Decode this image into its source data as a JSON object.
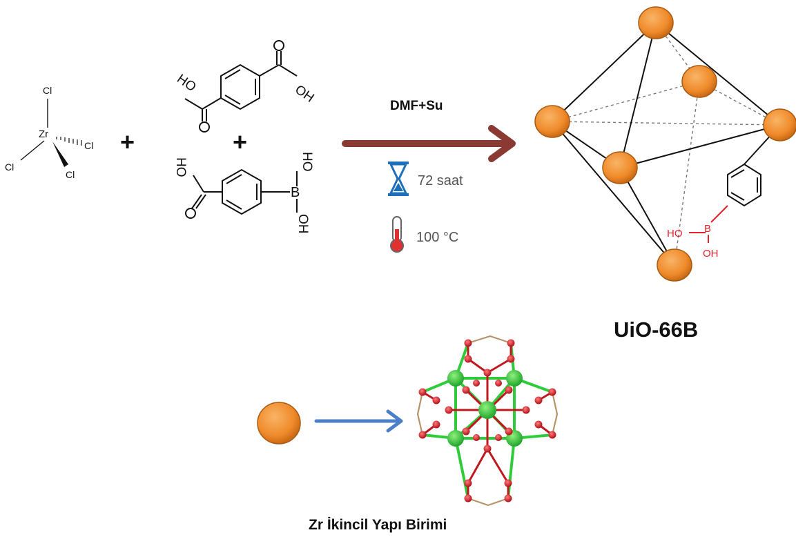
{
  "reactant_zrcl4": {
    "center_atom": "Zr",
    "ligand_atom": "Cl"
  },
  "plus_sign": "+",
  "linker_1": {
    "group_left": "HO",
    "group_right": "OH"
  },
  "linker_2": {
    "group_left": "HO",
    "boron": "B",
    "group_top": "HO",
    "group_bottom": "OH"
  },
  "reaction": {
    "solvent": "DMF+Su",
    "time": "72 saat",
    "temperature": "100 °C",
    "time_icon": "hourglass-icon",
    "temperature_icon": "thermometer-icon",
    "arrow_color": "#8b3a33"
  },
  "product": {
    "name": "UiO-66B",
    "node_color": "#f08d2e",
    "boronic_color": "#e8202a",
    "boronic_boron": "B",
    "boronic_ho": "HO",
    "boronic_oh": "OH"
  },
  "legend": {
    "label": "Zr İkincil Yapı Birimi",
    "arrow_color": "#4a7fc8",
    "zr_color": "#2ecc3a",
    "o_color": "#d8222a"
  }
}
